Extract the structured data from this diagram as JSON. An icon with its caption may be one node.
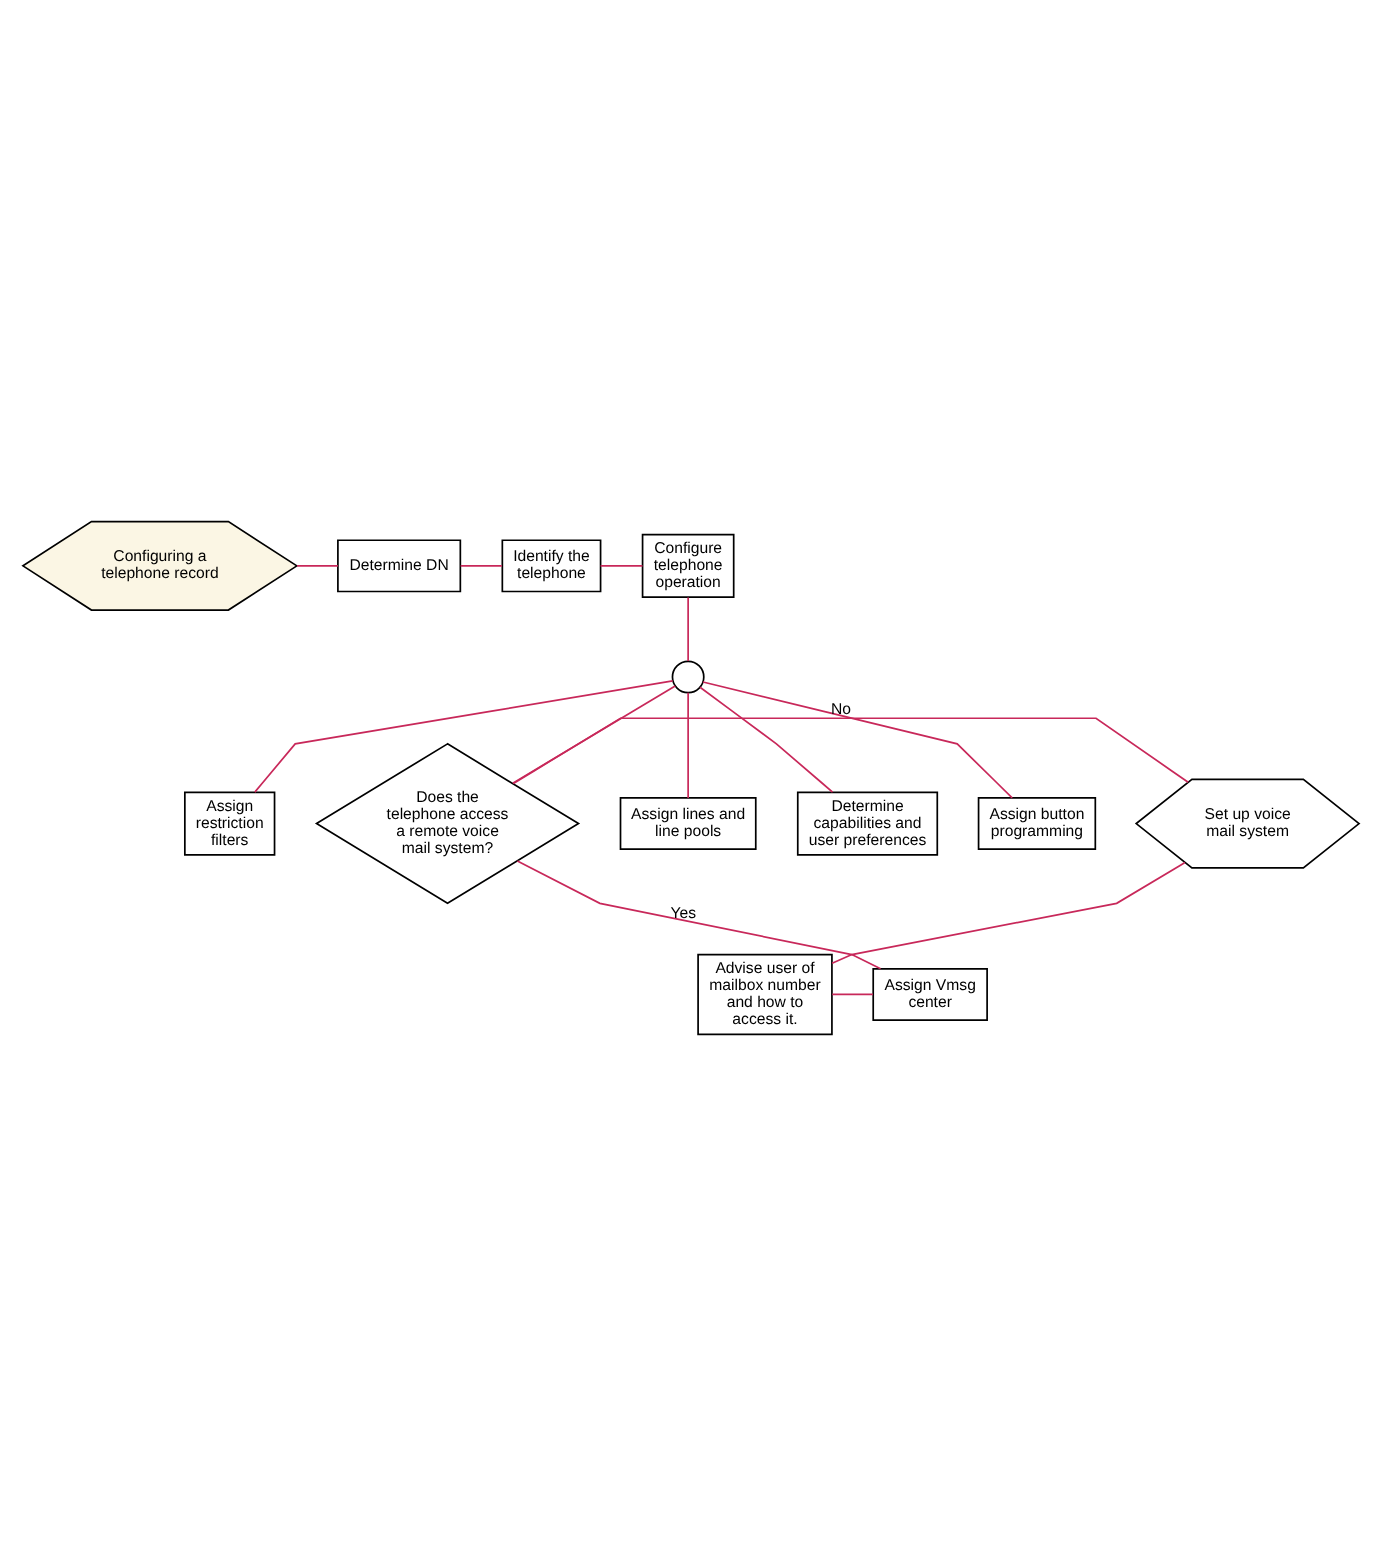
{
  "diagram": {
    "nodes": [
      {
        "text": [
          "Configuring a telephone record"
        ]
      },
      {
        "text": [
          "Determine DN"
        ]
      },
      {
        "text": [
          "Identify the telephone"
        ]
      },
      {
        "text": [
          "Configure telephone operation"
        ]
      },
      {
        "text": [],
        "shape": "circle"
      },
      {
        "text": [
          "Assign lines and line pools"
        ]
      },
      {
        "text": [
          "Determine capabilities and user preferences"
        ]
      },
      {
        "text": [
          "Assign button programming"
        ]
      },
      {
        "text": [
          "Assign restriction filters"
        ]
      },
      {
        "text": [
          "Does the telephone access a remote voice mail system?"
        ]
      },
      {
        "text": [
          "Set up voice mail system"
        ]
      },
      {
        "text": [
          "Assign Vmsg center"
        ]
      },
      {
        "text": [
          "Advise user of mailbox number and how to access it."
        ]
      }
    ],
    "edges": [
      {
        "from": 0,
        "to": 1,
        "arrow": "none"
      },
      {
        "from": 1,
        "to": 2,
        "arrow": "none"
      },
      {
        "from": 2,
        "to": 3,
        "arrow": "none"
      },
      {
        "from": 3,
        "to": 4,
        "arrow": "none"
      },
      {
        "from": 4,
        "to": 5,
        "arrow": "none"
      },
      {
        "from": 4,
        "to": 6,
        "arrow": "none"
      },
      {
        "from": 4,
        "to": 7,
        "arrow": "none"
      },
      {
        "from": 4,
        "to": 9,
        "arrow": "none"
      },
      {
        "from": 4,
        "to": 8,
        "arrow": "none"
      },
      {
        "from": 9,
        "to": 10,
        "arrow": "none",
        "label": "No"
      },
      {
        "from": 9,
        "to": 11,
        "arrow": "none",
        "label": "Yes"
      },
      {
        "from": 10,
        "to": 12,
        "arrow": "none"
      },
      {
        "from": 12,
        "to": 11,
        "arrow": "none"
      }
    ]
  }
}
